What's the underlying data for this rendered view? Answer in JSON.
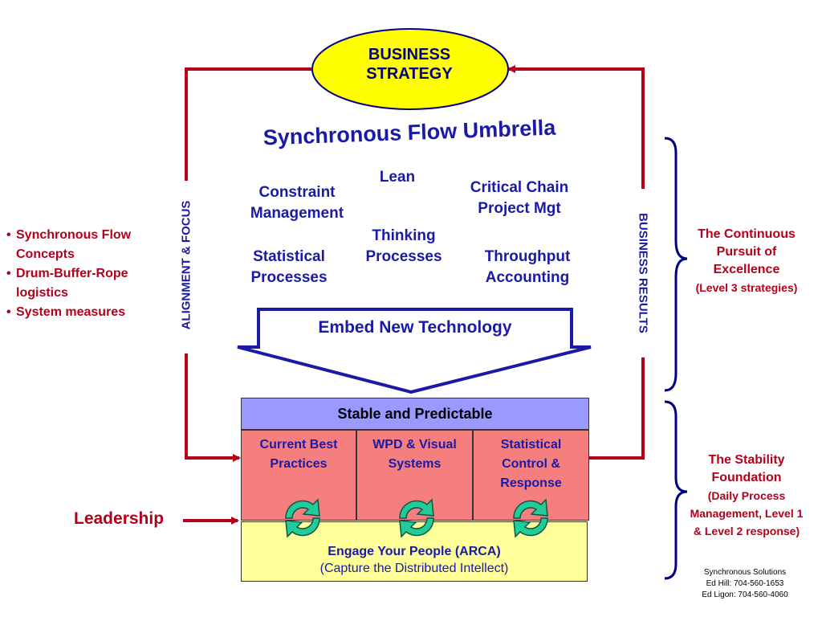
{
  "strategy": {
    "line1": "BUSINESS",
    "line2": "STRATEGY"
  },
  "umbrella_title": "Synchronous Flow Umbrella",
  "items": {
    "lean": "Lean",
    "constraint_1": "Constraint",
    "constraint_2": "Management",
    "critical_1": "Critical Chain",
    "critical_2": "Project Mgt",
    "thinking_1": "Thinking",
    "thinking_2": "Processes",
    "statistical_1": "Statistical",
    "statistical_2": "Processes",
    "throughput_1": "Throughput",
    "throughput_2": "Accounting"
  },
  "left_vertical": "ALIGNMENT & FOCUS",
  "right_vertical": "BUSINESS RESULTS",
  "left_list": [
    {
      "line1": "Synchronous Flow",
      "line2": "Concepts"
    },
    {
      "line1": "Drum-Buffer-Rope",
      "line2": "logistics"
    },
    {
      "line1": "System measures",
      "line2": ""
    }
  ],
  "right_top": {
    "line1": "The Continuous",
    "line2": "Pursuit of",
    "line3": "Excellence",
    "line4": "(Level 3 strategies)"
  },
  "right_bottom": {
    "line1": "The Stability",
    "line2": "Foundation",
    "line3": "(Daily Process",
    "line4": "Management, Level 1",
    "line5": "& Level 2 response)"
  },
  "embed": "Embed New Technology",
  "stable_header": "Stable and Predictable",
  "cells": [
    {
      "line1": "Current Best",
      "line2": "Practices",
      "line3": ""
    },
    {
      "line1": "WPD  & Visual",
      "line2": "Systems",
      "line3": ""
    },
    {
      "line1": "Statistical",
      "line2": "Control &",
      "line3": "Response"
    }
  ],
  "engage": {
    "title": "Engage Your People (ARCA)",
    "sub": "(Capture the Distributed Intellect)"
  },
  "leadership": "Leadership",
  "contact": {
    "line1": "Synchronous Solutions",
    "line2": "Ed Hill: 704-560-1653",
    "line3": "Ed Ligon: 704-560-4060"
  },
  "colors": {
    "loop": "#b3001b",
    "ellipse": "#ffff00",
    "text": "#1a1aa6",
    "header": "#9999ff",
    "cells": "#f57e7e",
    "bottom": "#ffff99",
    "cycle": "#22cc99"
  }
}
